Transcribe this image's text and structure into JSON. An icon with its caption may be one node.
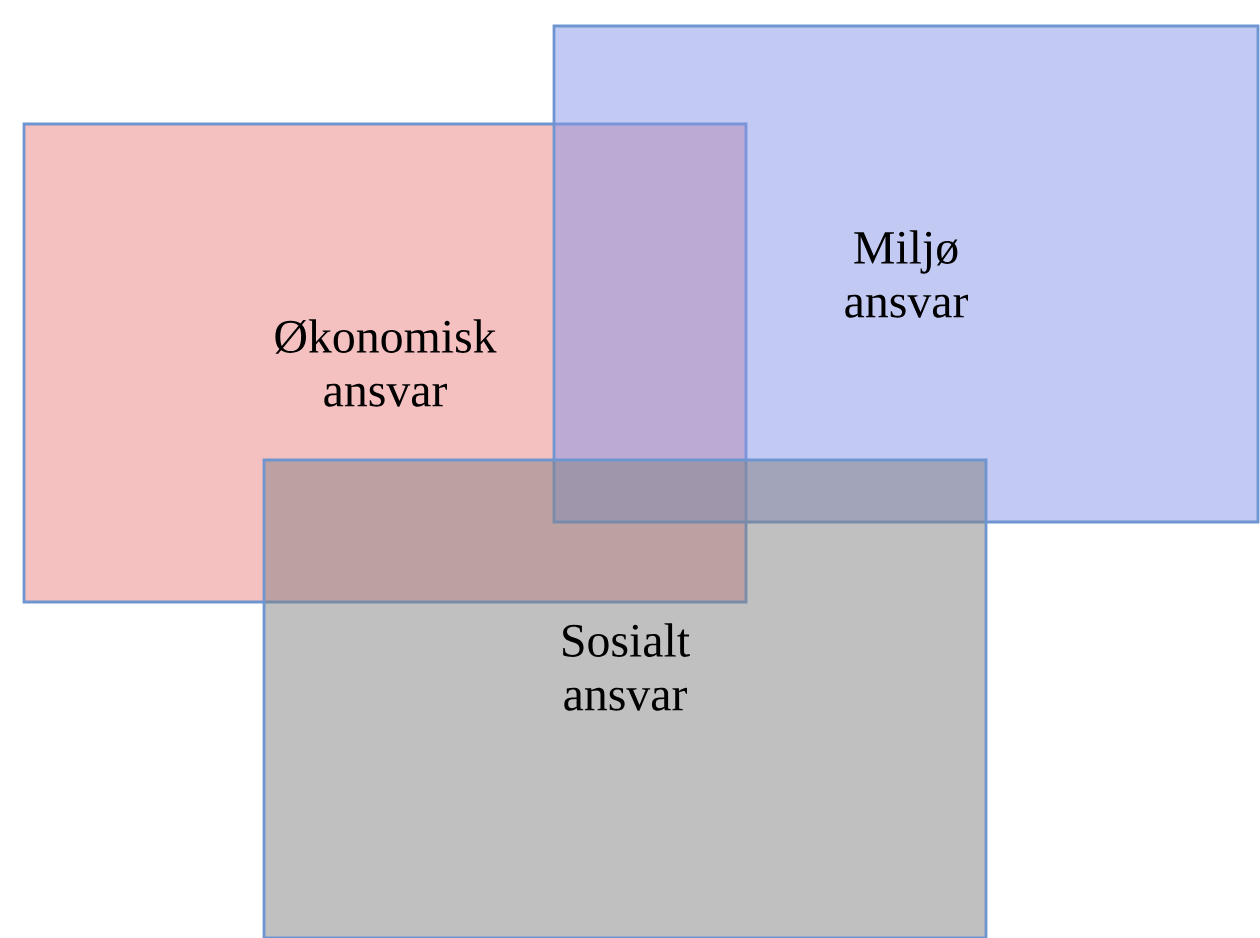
{
  "diagram": {
    "nodes": [
      {
        "text": [
          "Økonomisk ansvar"
        ]
      },
      {
        "text": [
          "Miljø ansvar"
        ]
      },
      {
        "text": [
          "Sosialt ansvar"
        ]
      }
    ]
  }
}
